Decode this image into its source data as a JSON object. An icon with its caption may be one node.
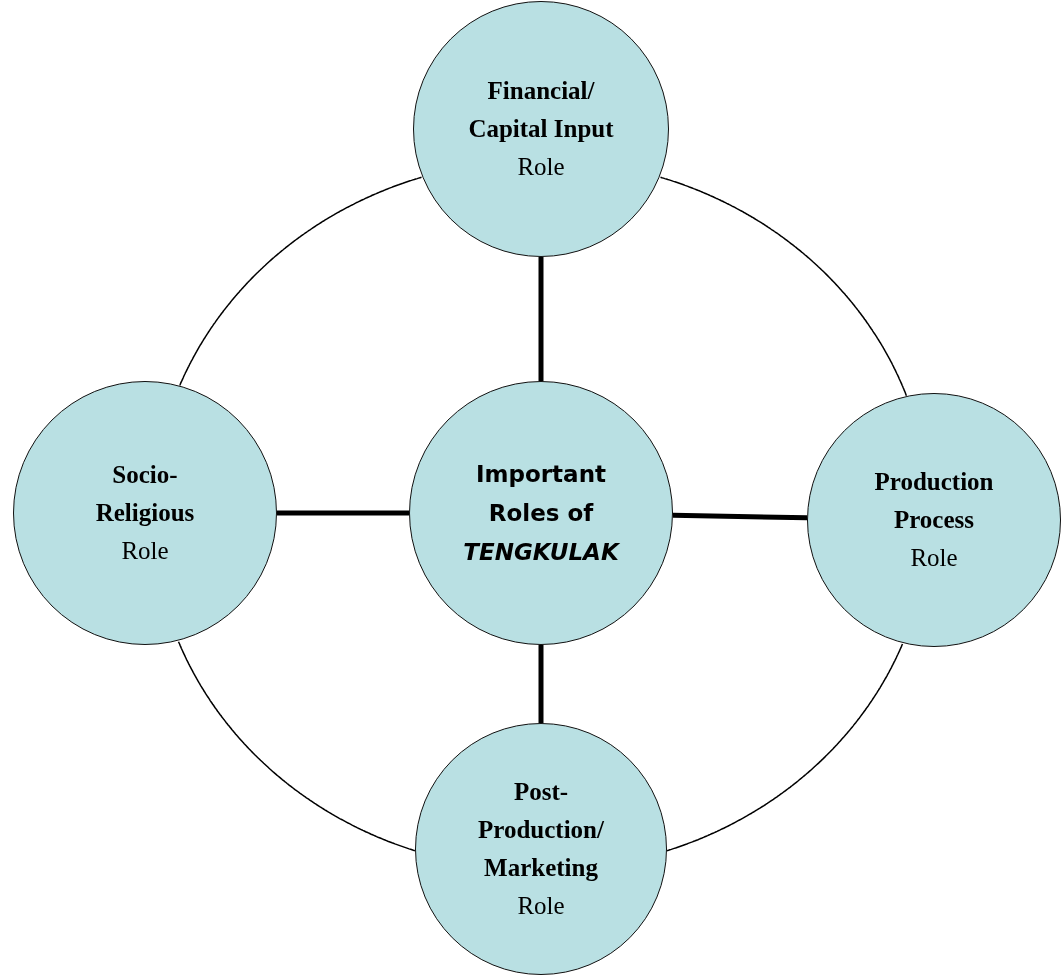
{
  "diagram": {
    "nodes": [
      {
        "text": [
          "Financial/ Capital Input",
          "Role"
        ]
      },
      {
        "text": [
          "Socio- Religious",
          "Role"
        ]
      },
      {
        "text": [
          "Important Roles of *TENGKULAK*"
        ]
      },
      {
        "text": [
          "Production Process",
          "Role"
        ]
      },
      {
        "text": [
          "Post- Production/ Marketing",
          "Role"
        ]
      }
    ],
    "edges": [
      {
        "from": 2,
        "to": 0,
        "arrow": "none",
        "style": "thick"
      },
      {
        "from": 2,
        "to": 1,
        "arrow": "none",
        "style": "thick"
      },
      {
        "from": 2,
        "to": 3,
        "arrow": "none",
        "style": "thick"
      },
      {
        "from": 2,
        "to": 4,
        "arrow": "none",
        "style": "thick"
      },
      {
        "from": 0,
        "to": 3,
        "arrow": "none"
      },
      {
        "from": 3,
        "to": 4,
        "arrow": "none"
      },
      {
        "from": 4,
        "to": 1,
        "arrow": "none"
      },
      {
        "from": 1,
        "to": 0,
        "arrow": "none"
      }
    ]
  }
}
